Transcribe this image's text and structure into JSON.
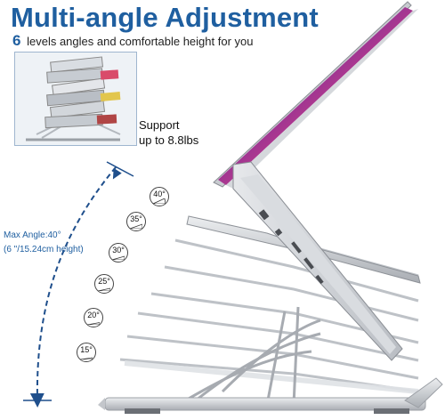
{
  "heading": {
    "title": "Multi-angle Adjustment",
    "subtitle_number": "6",
    "subtitle_text": "levels angles and comfortable height for you"
  },
  "capacity": {
    "line1": "Support",
    "line2": "up to 8.8lbs"
  },
  "max_angle": {
    "line1": "Max Angle:40°",
    "line2": "(6  \"/15.24cm height)"
  },
  "angles": [
    "40°",
    "35°",
    "30°",
    "25°",
    "20°",
    "15°"
  ],
  "colors": {
    "title_blue": "#1f5fa0",
    "arrow_blue": "#1f4f8c",
    "stand_silver": "#c9ccd1",
    "laptop_purple": "#6a2c8a"
  },
  "icons": {
    "angle_badge": "angle-wedge-icon",
    "arrow": "curved-double-arrow-icon"
  }
}
